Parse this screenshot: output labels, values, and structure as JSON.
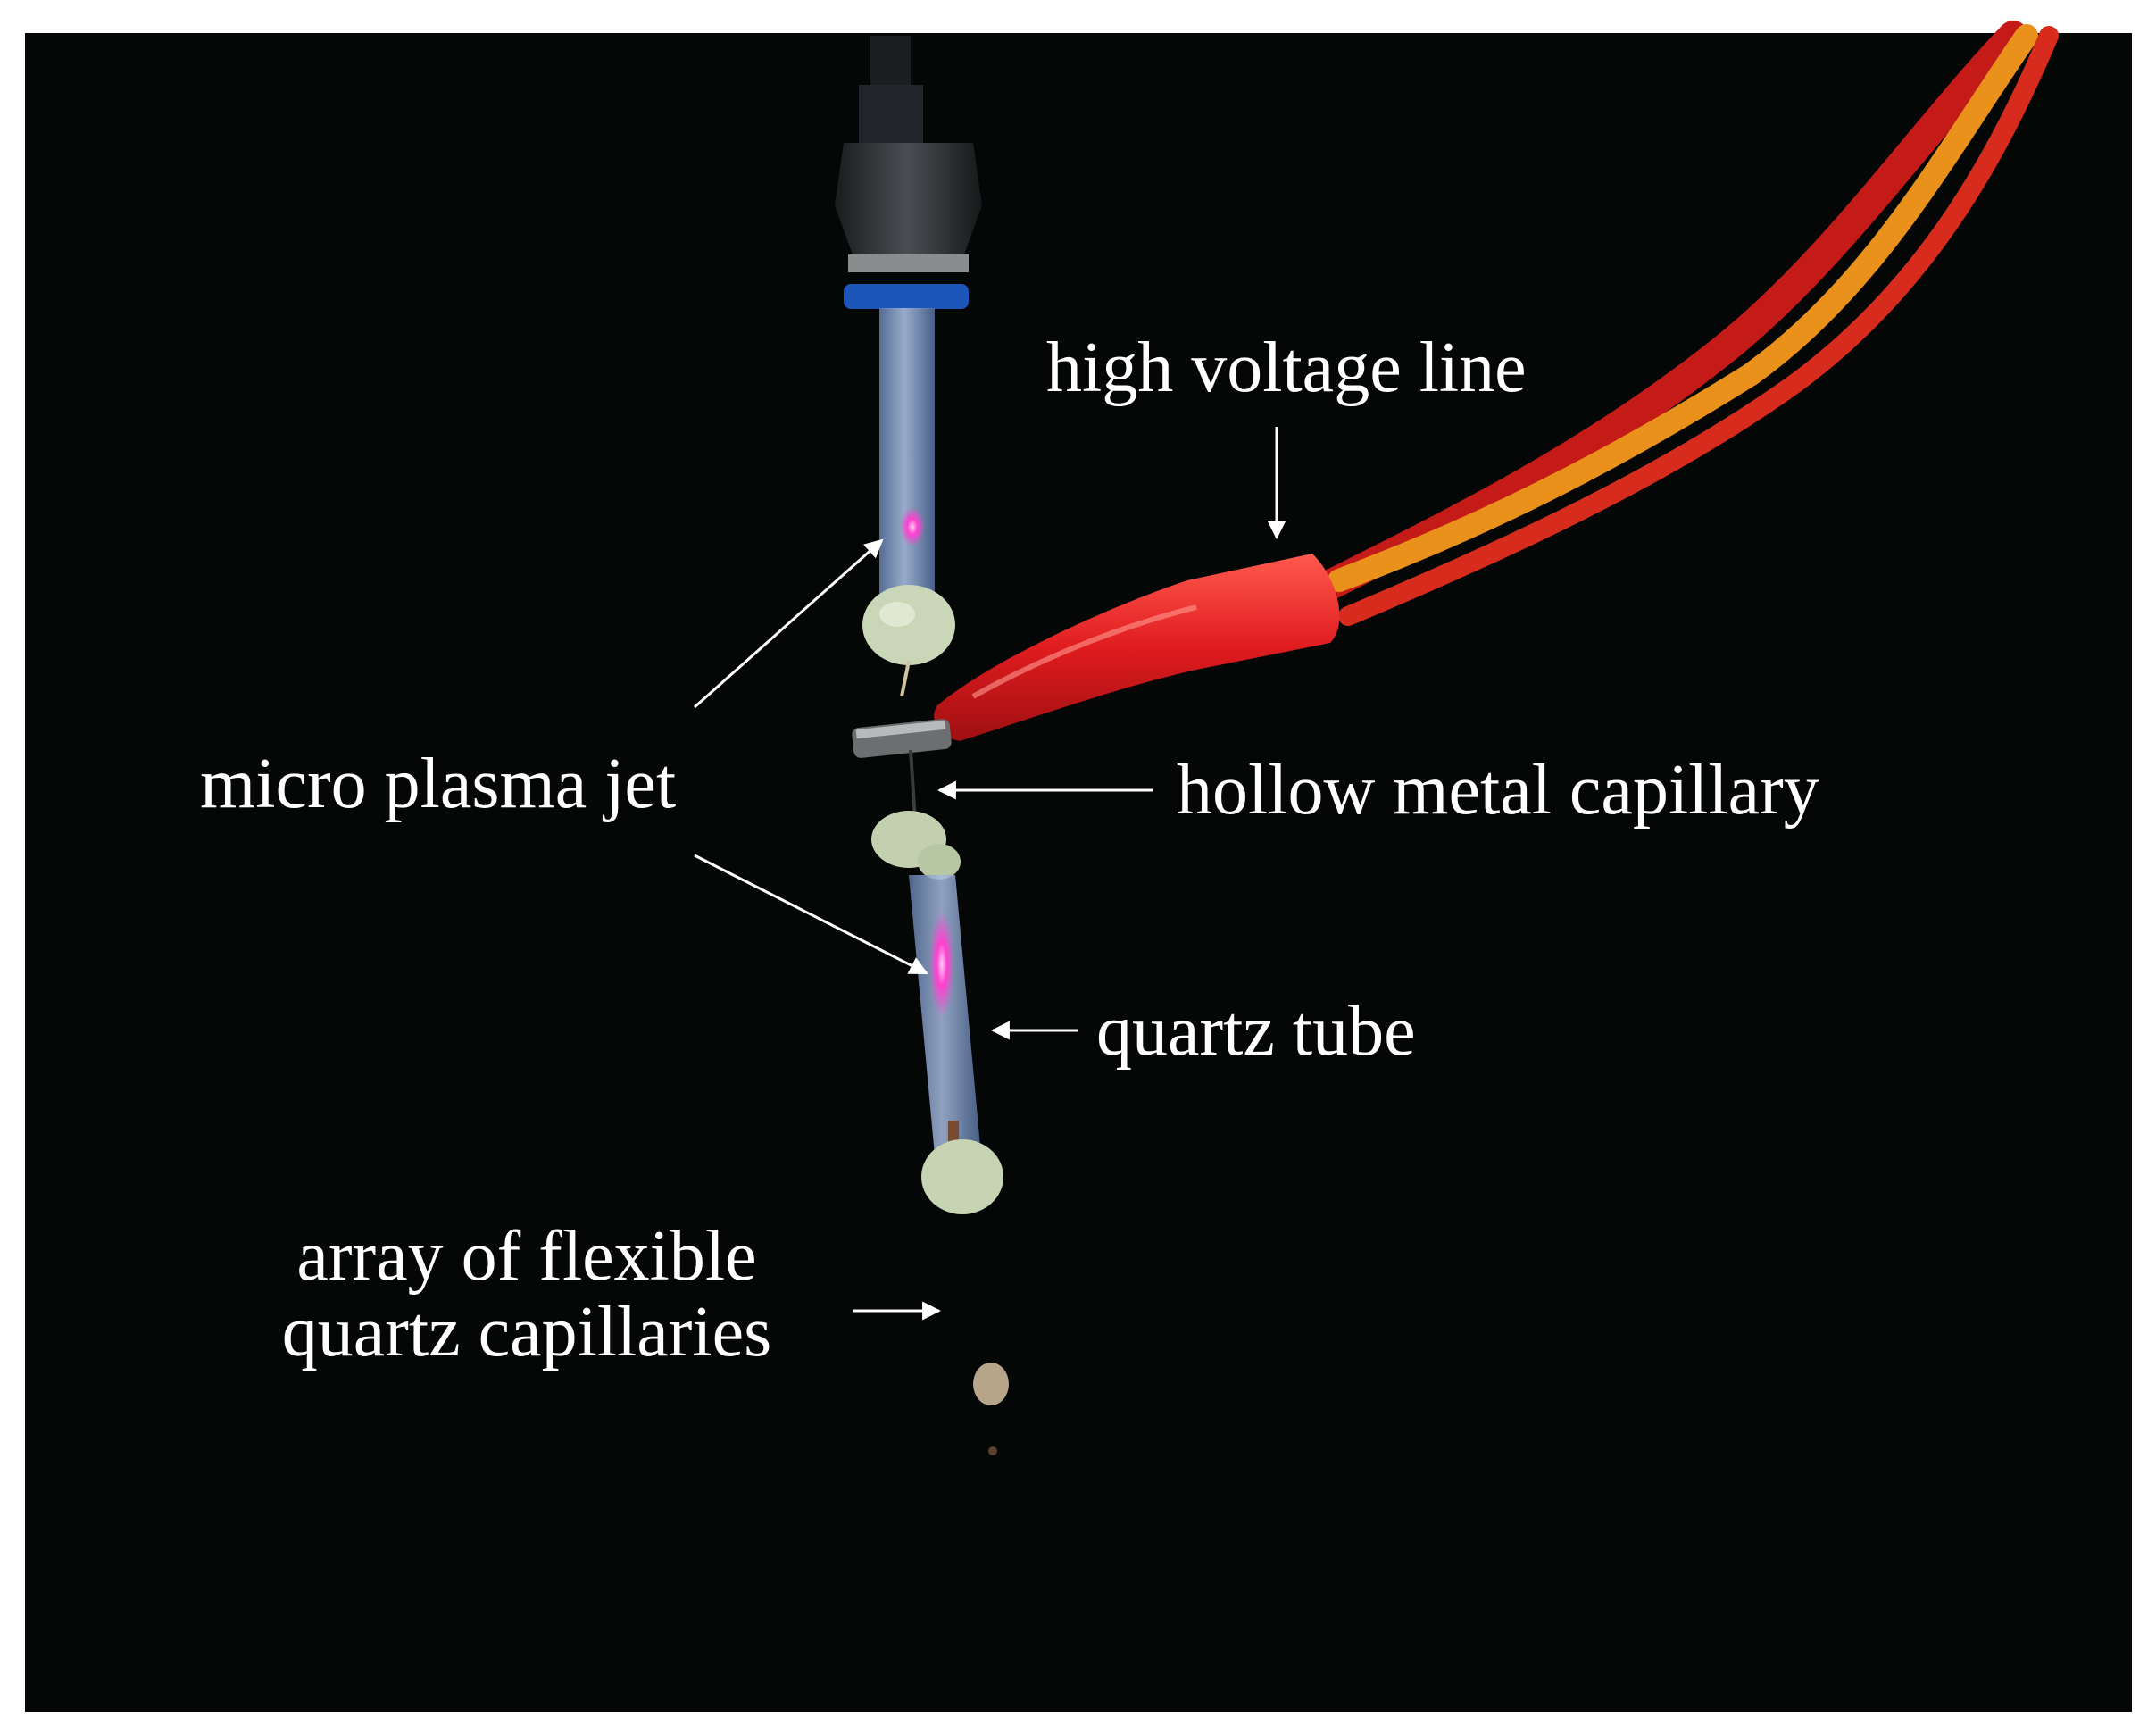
{
  "labels": {
    "high_voltage_line": "high voltage line",
    "micro_plasma_jet": "micro plasma jet",
    "hollow_metal_capillary": "hollow metal capillary",
    "quartz_tube": "quartz tube",
    "array_line1": "array of flexible",
    "array_line2": "quartz capillaries"
  },
  "colors": {
    "background": "#050606",
    "frame": "#ffffff",
    "wire_red": "#d81f1c",
    "wire_orange": "#f0951a",
    "clip_red": "#e31d22",
    "tube_blue": "#7f9bc4",
    "ring_blue": "#1e55b8",
    "plasma_pink": "#ff4fd8",
    "glue_green": "#c9d6b8",
    "arrow_white": "#ffffff"
  }
}
